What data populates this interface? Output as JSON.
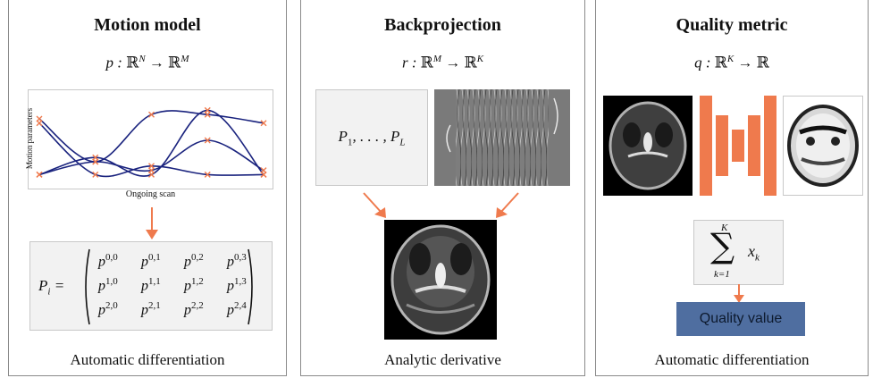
{
  "panels": [
    {
      "title": "Motion model",
      "function": {
        "name": "p",
        "domain": "N",
        "codomain": "M"
      },
      "chart": {
        "ylabel": "Motion parameters",
        "xlabel": "Ongoing scan"
      },
      "matrix": {
        "lhs": "P",
        "lhs_sub": "i",
        "entries": [
          [
            "0,0",
            "0,1",
            "0,2",
            "0,3"
          ],
          [
            "1,0",
            "1,1",
            "1,2",
            "1,3"
          ],
          [
            "2,0",
            "2,1",
            "2,2",
            "2,4"
          ]
        ]
      },
      "caption": "Automatic differentiation"
    },
    {
      "title": "Backprojection",
      "function": {
        "name": "r",
        "domain": "M",
        "codomain": "K"
      },
      "projections": "P",
      "projections_first": "1",
      "projections_last": "L",
      "caption": "Analytic derivative"
    },
    {
      "title": "Quality metric",
      "function": {
        "name": "q",
        "domain": "K",
        "codomain": ""
      },
      "sum": {
        "upper": "K",
        "lower": "k=1",
        "term": "x",
        "term_sub": "k"
      },
      "quality_value": "Quality value",
      "caption": "Automatic differentiation"
    }
  ],
  "chart_data": {
    "type": "line",
    "xlabel": "Ongoing scan",
    "ylabel": "Motion parameters",
    "x": [
      0,
      1,
      2,
      3,
      4
    ],
    "series": [
      {
        "values": [
          0.75,
          0.25,
          0.8,
          0.8,
          0.7
        ]
      },
      {
        "values": [
          0.1,
          0.3,
          0.1,
          0.85,
          0.1
        ]
      },
      {
        "values": [
          0.1,
          0.25,
          0.15,
          0.5,
          0.15
        ]
      },
      {
        "values": [
          0.7,
          0.1,
          0.2,
          0.1,
          0.1
        ]
      }
    ],
    "ylim": [
      0,
      1
    ],
    "grid": false,
    "marker": "x",
    "colors": {
      "line": "#1a237e",
      "marker": "#ef7a4d"
    }
  },
  "colors": {
    "accent": "#ef7a4d",
    "quality": "#4f6ea0",
    "line": "#1a237e"
  },
  "icons": [
    "ct-slice-image",
    "sinogram-image",
    "neural-network-icon",
    "quality-map-image"
  ]
}
